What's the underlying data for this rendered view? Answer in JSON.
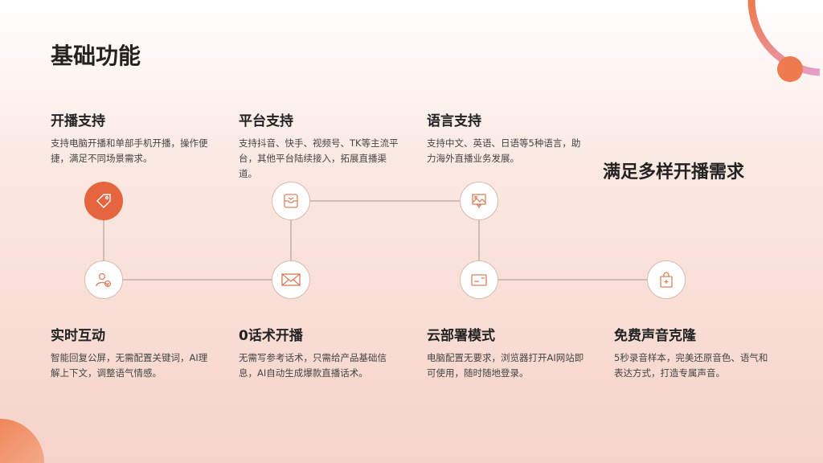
{
  "title": "基础功能",
  "slogan": "满足多样开播需求",
  "features": [
    {
      "title": "开播支持",
      "desc": "支持电脑开播和单部手机开播，操作便捷，满足不同场景需求。"
    },
    {
      "title": "平台支持",
      "desc": "支持抖音、快手、视频号、TK等主流平台，其他平台陆续接入，拓展直播渠道。"
    },
    {
      "title": "语言支持",
      "desc": "支持中文、英语、日语等5种语言，助力海外直播业务发展。"
    },
    {
      "title": "实时互动",
      "desc": "智能回复公屏，无需配置关键词，AI理解上下文，调整语气情感。"
    },
    {
      "title": "0话术开播",
      "desc": "无需写参考话术，只需给产品基础信息，AI自动生成爆款直播话术。"
    },
    {
      "title": "云部署模式",
      "desc": "电脑配置无要求，浏览器打开AI网站即可使用，随时随地登录。"
    },
    {
      "title": "免费声音克隆",
      "desc": "5秒录音样本，完美还原音色、语气和表达方式，打造专属声音。"
    }
  ],
  "colors": {
    "accent": "#e5653f",
    "pink": "#e79ac0"
  }
}
